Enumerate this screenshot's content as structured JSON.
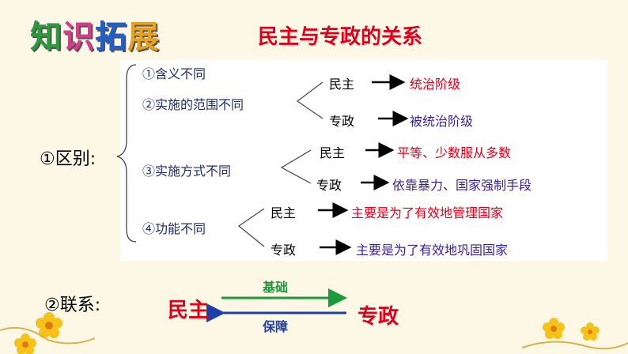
{
  "header": {
    "title_chars": [
      "知",
      "识",
      "拓",
      "展"
    ],
    "title_colors": [
      "#2a9d3a",
      "#d93a8a",
      "#1f5fd0",
      "#e8a11a"
    ],
    "subtitle": "民主与专政的关系"
  },
  "section1": {
    "label": "①区别:",
    "items": [
      {
        "label": "①含义不同"
      },
      {
        "label": "②实施的范围不同",
        "a_left": "民主",
        "a_right": "统治阶级",
        "b_left": "专政",
        "b_right": "被统治阶级"
      },
      {
        "label": "③实施方式不同",
        "a_left": "民主",
        "a_right": "平等、少数服从多数",
        "b_left": "专政",
        "b_right": "依靠暴力、国家强制手段"
      },
      {
        "label": "④功能不同",
        "a_left": "民主",
        "a_right": "主要是为了有效地管理国家",
        "b_left": "专政",
        "b_right": "主要是为了有效地巩固国家"
      }
    ]
  },
  "section2": {
    "label": "②联系:",
    "left": "民主",
    "right": "专政",
    "top_label": "基础",
    "bottom_label": "保障"
  },
  "colors": {
    "background": "#fdf7e6",
    "red": "#e0001b",
    "green": "#1a9a3a",
    "blue_arrow": "#1f3fa8",
    "flower": "#f5c21a"
  }
}
